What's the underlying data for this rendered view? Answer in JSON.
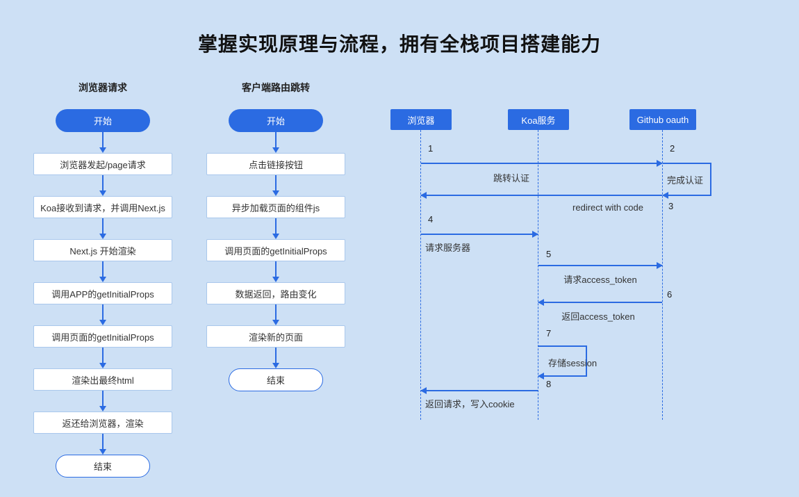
{
  "page": {
    "title": "掌握实现原理与流程，拥有全栈项目搭建能力"
  },
  "theme": {
    "accent": "#2b6be2",
    "background": "#cde0f5"
  },
  "flowcharts": [
    {
      "title": "浏览器请求",
      "start": "开始",
      "steps": [
        "浏览器发起/page请求",
        "Koa接收到请求，并调用Next.js",
        "Next.js 开始渲染",
        "调用APP的getInitialProps",
        "调用页面的getInitialProps",
        "渲染出最终html",
        "返还给浏览器，渲染"
      ],
      "end": "结束"
    },
    {
      "title": "客户端路由跳转",
      "start": "开始",
      "steps": [
        "点击链接按钮",
        "异步加载页面的组件js",
        "调用页面的getInitialProps",
        "数据返回，路由变化",
        "渲染新的页面"
      ],
      "end": "结束"
    }
  ],
  "sequence": {
    "actors": [
      "浏览器",
      "Koa服务",
      "Github oauth"
    ],
    "messages": [
      {
        "num": "1",
        "label": "跳转认证"
      },
      {
        "num": "2",
        "label": "完成认证"
      },
      {
        "num": "3",
        "label": "redirect with code"
      },
      {
        "num": "4",
        "label": "请求服务器"
      },
      {
        "num": "5",
        "label": "请求access_token"
      },
      {
        "num": "6",
        "label": "返回access_token"
      },
      {
        "num": "7",
        "label": "存储session"
      },
      {
        "num": "8",
        "label": "返回请求，写入cookie"
      }
    ]
  }
}
